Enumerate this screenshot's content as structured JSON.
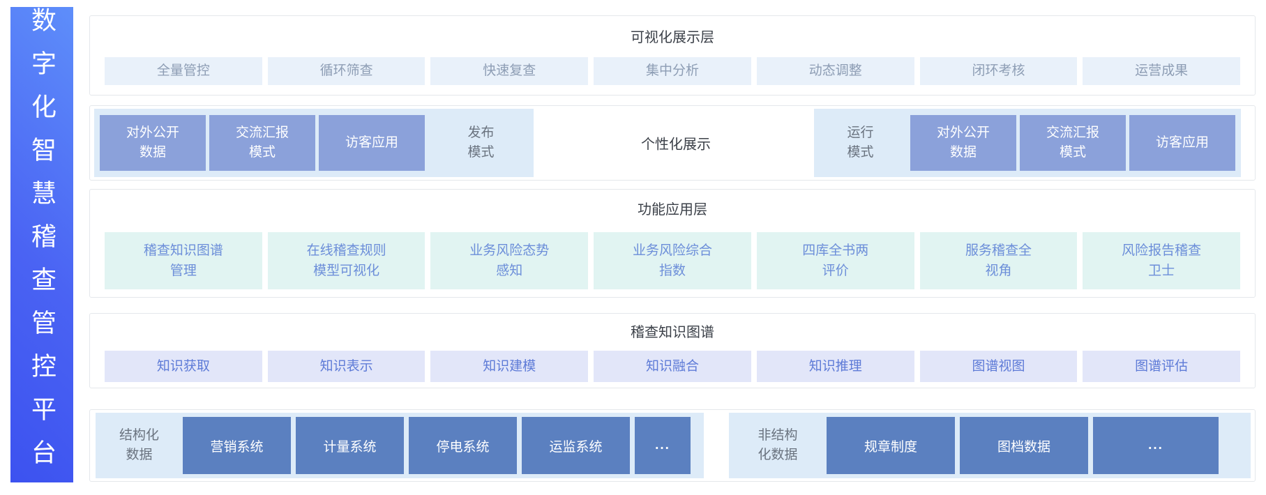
{
  "platform": {
    "title": "数字化智慧稽查管控平台"
  },
  "colors": {
    "sidebar_gradient_start": "#5e8efa",
    "sidebar_gradient_end": "#3c52f0",
    "layer_border": "#e4e7eb",
    "viz_box_bg": "#e9f1fa",
    "panel_bg": "#ddebf8",
    "periwinkle_box_bg": "#8ba1da",
    "steel_box_bg": "#5b80c0",
    "app_box_bg": "#e1f4f2",
    "kg_box_bg": "#e2e6f9"
  },
  "layers": {
    "visualization": {
      "title": "可视化展示层",
      "items": [
        "全量管控",
        "循环筛查",
        "快速复查",
        "集中分析",
        "动态调整",
        "闭环考核",
        "运营成果"
      ]
    },
    "display": {
      "publish_label": [
        "发布",
        "模式"
      ],
      "publish_items": [
        [
          "对外公开",
          "数据"
        ],
        [
          "交流汇报",
          "模式"
        ],
        [
          "访客应用"
        ]
      ],
      "personalized_label": "个性化展示",
      "run_label": [
        "运行",
        "模式"
      ],
      "run_items": [
        [
          "对外公开",
          "数据"
        ],
        [
          "交流汇报",
          "模式"
        ],
        [
          "访客应用"
        ]
      ]
    },
    "application": {
      "title": "功能应用层",
      "items": [
        [
          "稽查知识图谱",
          "管理"
        ],
        [
          "在线稽查规则",
          "模型可视化"
        ],
        [
          "业务风险态势",
          "感知"
        ],
        [
          "业务风险综合",
          "指数"
        ],
        [
          "四库全书两",
          "评价"
        ],
        [
          "服务稽查全",
          "视角"
        ],
        [
          "风险报告稽查",
          "卫士"
        ]
      ]
    },
    "knowledge_graph": {
      "title": "稽查知识图谱",
      "items": [
        "知识获取",
        "知识表示",
        "知识建模",
        "知识融合",
        "知识推理",
        "图谱视图",
        "图谱评估"
      ]
    },
    "data_layer": {
      "structured_label": [
        "结构化",
        "数据"
      ],
      "structured_items": [
        "营销系统",
        "计量系统",
        "停电系统",
        "运监系统",
        "..."
      ],
      "unstructured_label": [
        "非结构",
        "化数据"
      ],
      "unstructured_items": [
        "规章制度",
        "图档数据",
        "..."
      ]
    }
  }
}
